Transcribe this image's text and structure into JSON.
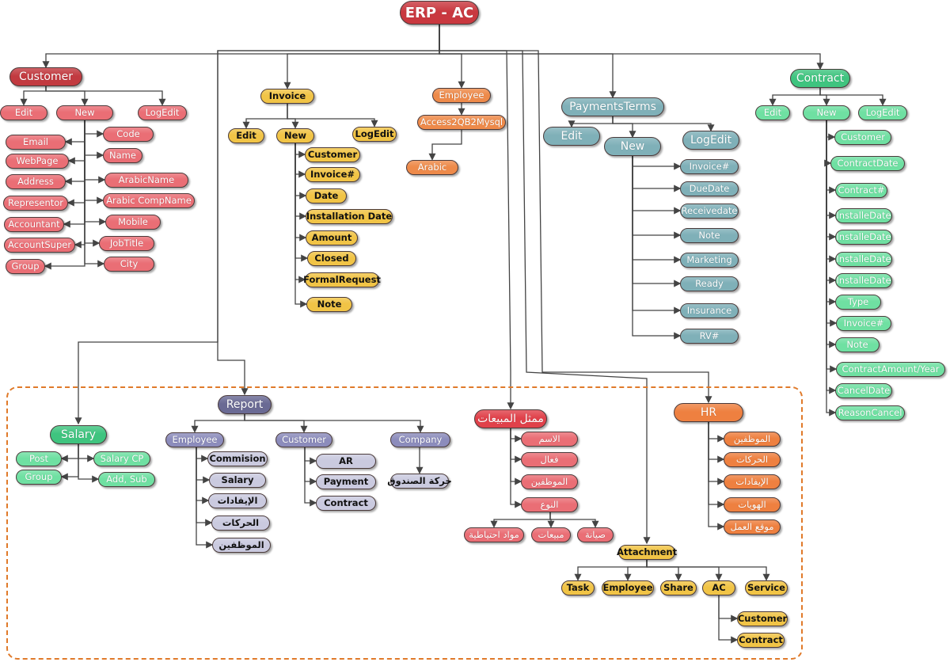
{
  "colors": {
    "root": "#c9383f",
    "customer_head": "#c23a40",
    "customer": "#ea6e75",
    "invoice": "#f1c446",
    "employee": "#ee8a4a",
    "payments": "#7fb0b8",
    "contract_head": "#3fc47f",
    "contract": "#6fe0a2",
    "report_head": "#6a6a94",
    "report_mid": "#8c8cbc",
    "report_leaf": "#cacadf",
    "sales_head": "#e0414a",
    "sales": "#ea6e75",
    "hr": "#ee8040",
    "attachment": "#f1c446",
    "dashed_border": "#e07a2a"
  },
  "nodes": {
    "root": "ERP - AC",
    "cust": "Customer",
    "cust_edit": "Edit",
    "cust_new": "New",
    "cust_log": "LogEdit",
    "cust_email": "Email",
    "cust_web": "WebPage",
    "cust_addr": "Address",
    "cust_rep": "Representor",
    "cust_acc": "Accountant",
    "cust_accs": "AccountSuper",
    "cust_group": "Group",
    "cust_code": "Code",
    "cust_name": "Name",
    "cust_arname": "ArabicName",
    "cust_arcomp": "Arabic CompName",
    "cust_mobile": "Mobile",
    "cust_job": "JobTitle",
    "cust_city": "City",
    "inv": "Invoice",
    "inv_edit": "Edit",
    "inv_new": "New",
    "inv_log": "LogEdit",
    "inv_cust": "Customer",
    "inv_no": "Invoice#",
    "inv_date": "Date",
    "inv_inst": "Installation Date",
    "inv_amount": "Amount",
    "inv_closed": "Closed",
    "inv_formal": "FormalRequest",
    "inv_note": "Note",
    "emp": "Employee",
    "emp_access": "Access2QB2Mysql",
    "emp_arabic": "Arabic",
    "pay": "PaymentsTerms",
    "pay_edit": "Edit",
    "pay_new": "New",
    "pay_log": "LogEdit",
    "pay_inv": "Invoice#",
    "pay_due": "DueDate",
    "pay_recv": "Receivedate",
    "pay_note": "Note",
    "pay_mkt": "Marketing",
    "pay_ready": "Ready",
    "pay_ins": "Insurance",
    "pay_rv": "RV#",
    "con": "Contract",
    "con_edit": "Edit",
    "con_new": "New",
    "con_log": "LogEdit",
    "con_cust": "Customer",
    "con_date": "ContractDate",
    "con_no": "Contract#",
    "con_i1": "InstalleDate",
    "con_i2": "InstalleDate",
    "con_i3": "InstalleDate",
    "con_i4": "InstalleDate",
    "con_type": "Type",
    "con_inv": "Invoice#",
    "con_note": "Note",
    "con_amount": "ContractAmount/Year",
    "con_cancel": "CancelDate",
    "con_reason": "ReasonCancel",
    "sal": "Salary",
    "sal_post": "Post",
    "sal_group": "Group",
    "sal_cp": "Salary CP",
    "sal_add": "Add, Sub",
    "rep": "Report",
    "rep_emp": "Employee",
    "rep_cust": "Customer",
    "rep_comp": "Company",
    "rep_comm": "Commision",
    "rep_sal": "Salary",
    "rep_ifad": "الإيفادات",
    "rep_har": "الحركات",
    "rep_mow": "الموظفين",
    "rep_ar": "AR",
    "rep_pay": "Payment",
    "rep_con": "Contract",
    "rep_box": "حركة الصندوق",
    "sales": "ممثل المبيعات",
    "sales_name": "الاسم",
    "sales_active": "فعال",
    "sales_emp": "الموظفين",
    "sales_type": "النوع",
    "sales_spare": "مواد احتياطية",
    "sales_sales": "مبيعات",
    "sales_maint": "صيانة",
    "hr": "HR",
    "hr_emp": "الموظفين",
    "hr_mov": "الحركات",
    "hr_ifad": "الإيفادات",
    "hr_ids": "الهويات",
    "hr_site": "موقع العمل",
    "att": "Attachment",
    "att_task": "Task",
    "att_emp": "Employee",
    "att_share": "Share",
    "att_ac": "AC",
    "att_service": "Service",
    "att_ac_cust": "Customer",
    "att_ac_con": "Contract"
  }
}
